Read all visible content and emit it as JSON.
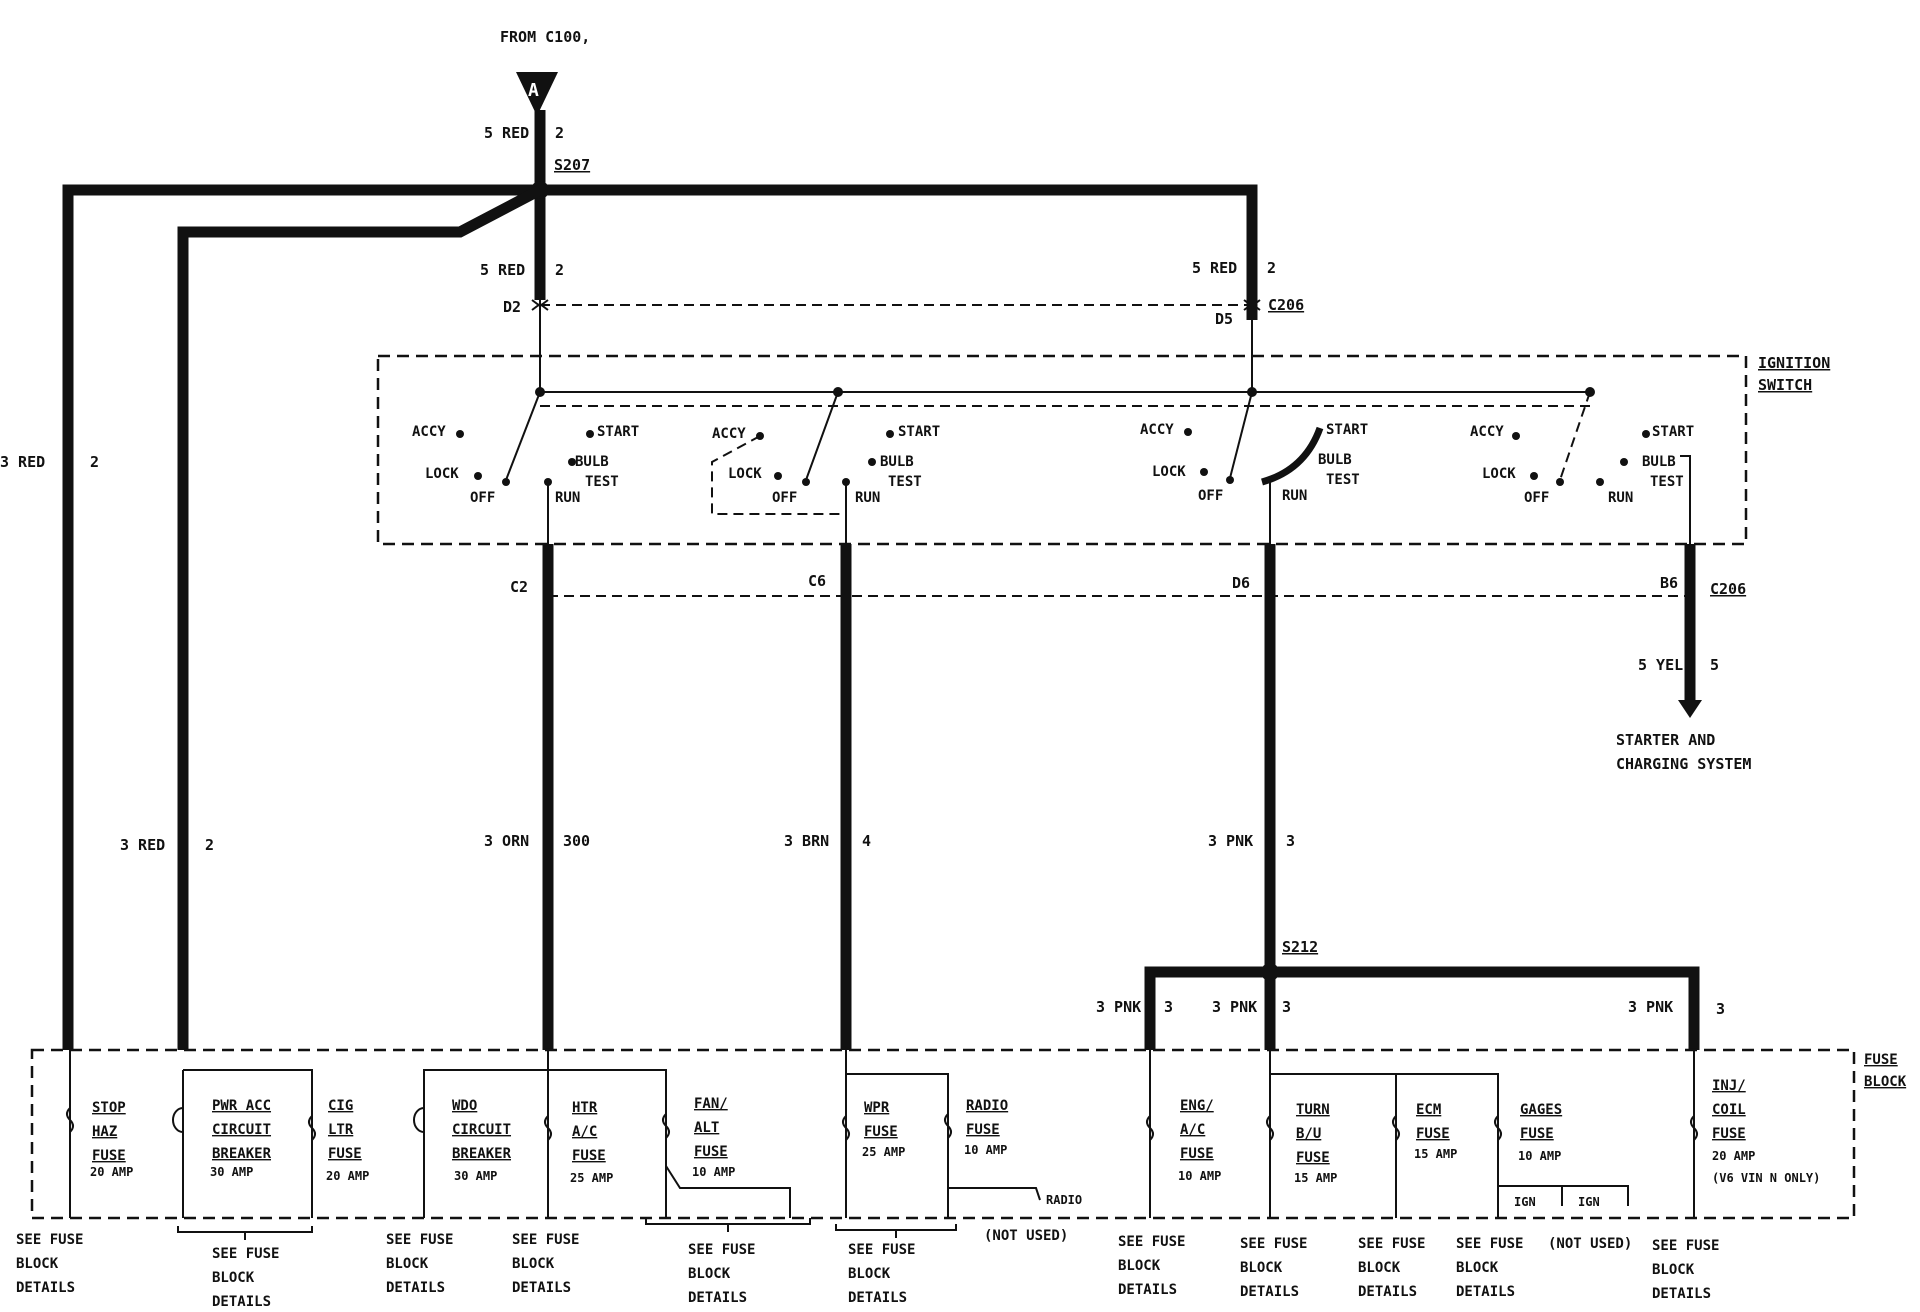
{
  "diagram": {
    "from_label": "FROM C100,",
    "connector_a": "A",
    "splice_s207": "S207",
    "splice_s212": "S212",
    "connector_c206": "C206",
    "ignition_switch_label": [
      "IGNITION",
      "SWITCH"
    ],
    "fuse_block_label": [
      "FUSE",
      "BLOCK"
    ],
    "wire_labels": {
      "top_red": "5 RED",
      "top_red_num": "2",
      "left_red_a": "3 RED",
      "left_red_a_num": "2",
      "d2_red": "5 RED",
      "d2_red_num": "2",
      "d5_red": "5 RED",
      "d5_red_num": "2",
      "pwr_red": "3 RED",
      "pwr_red_num": "2",
      "orn": "3 ORN",
      "orn_num": "300",
      "brn": "3 BRN",
      "brn_num": "4",
      "pnk": "3 PNK",
      "pnk_num": "3",
      "yel": "5 YEL",
      "yel_num": "5",
      "pnk_a": "3 PNK",
      "pnk_a_num": "3",
      "pnk_b": "3 PNK",
      "pnk_b_num": "3",
      "pnk_c": "3 PNK",
      "pnk_c_num": "3"
    },
    "pins": {
      "d2": "D2",
      "d5": "D5",
      "c2": "C2",
      "c6": "C6",
      "d6": "D6",
      "b6": "B6"
    },
    "switch_positions": {
      "accy": "ACCY",
      "lock": "LOCK",
      "off": "OFF",
      "start": "START",
      "bulb": "BULB",
      "test": "TEST",
      "run": "RUN"
    },
    "starter_label": [
      "STARTER AND",
      "CHARGING SYSTEM"
    ],
    "fuses": [
      {
        "lines": [
          "STOP",
          "HAZ",
          "FUSE"
        ],
        "rating": "20 AMP"
      },
      {
        "lines": [
          "PWR ACC",
          "CIRCUIT",
          "BREAKER"
        ],
        "rating": "30 AMP"
      },
      {
        "lines": [
          "CIG",
          "LTR",
          "FUSE"
        ],
        "rating": "20 AMP"
      },
      {
        "lines": [
          "WDO",
          "CIRCUIT",
          "BREAKER"
        ],
        "rating": "30 AMP"
      },
      {
        "lines": [
          "HTR",
          "A/C",
          "FUSE"
        ],
        "rating": "25 AMP"
      },
      {
        "lines": [
          "FAN/",
          "ALT",
          "FUSE"
        ],
        "rating": "10 AMP"
      },
      {
        "lines": [
          "WPR",
          "FUSE"
        ],
        "rating": "25 AMP"
      },
      {
        "lines": [
          "RADIO",
          "FUSE"
        ],
        "rating": "10 AMP"
      },
      {
        "lines": [
          "ENG/",
          "A/C",
          "FUSE"
        ],
        "rating": "10 AMP"
      },
      {
        "lines": [
          "TURN",
          "B/U",
          "FUSE"
        ],
        "rating": "15 AMP"
      },
      {
        "lines": [
          "ECM",
          "FUSE"
        ],
        "rating": "15 AMP"
      },
      {
        "lines": [
          "GAGES",
          "FUSE"
        ],
        "rating": "10 AMP"
      },
      {
        "lines": [
          "INJ/",
          "COIL",
          "FUSE"
        ],
        "rating": "20 AMP",
        "note": "(V6 VIN N ONLY)"
      }
    ],
    "radio_label": "RADIO",
    "ign_label": "IGN",
    "not_used": "(NOT USED)",
    "see_fuse": [
      "SEE FUSE",
      "BLOCK",
      "DETAILS"
    ]
  }
}
